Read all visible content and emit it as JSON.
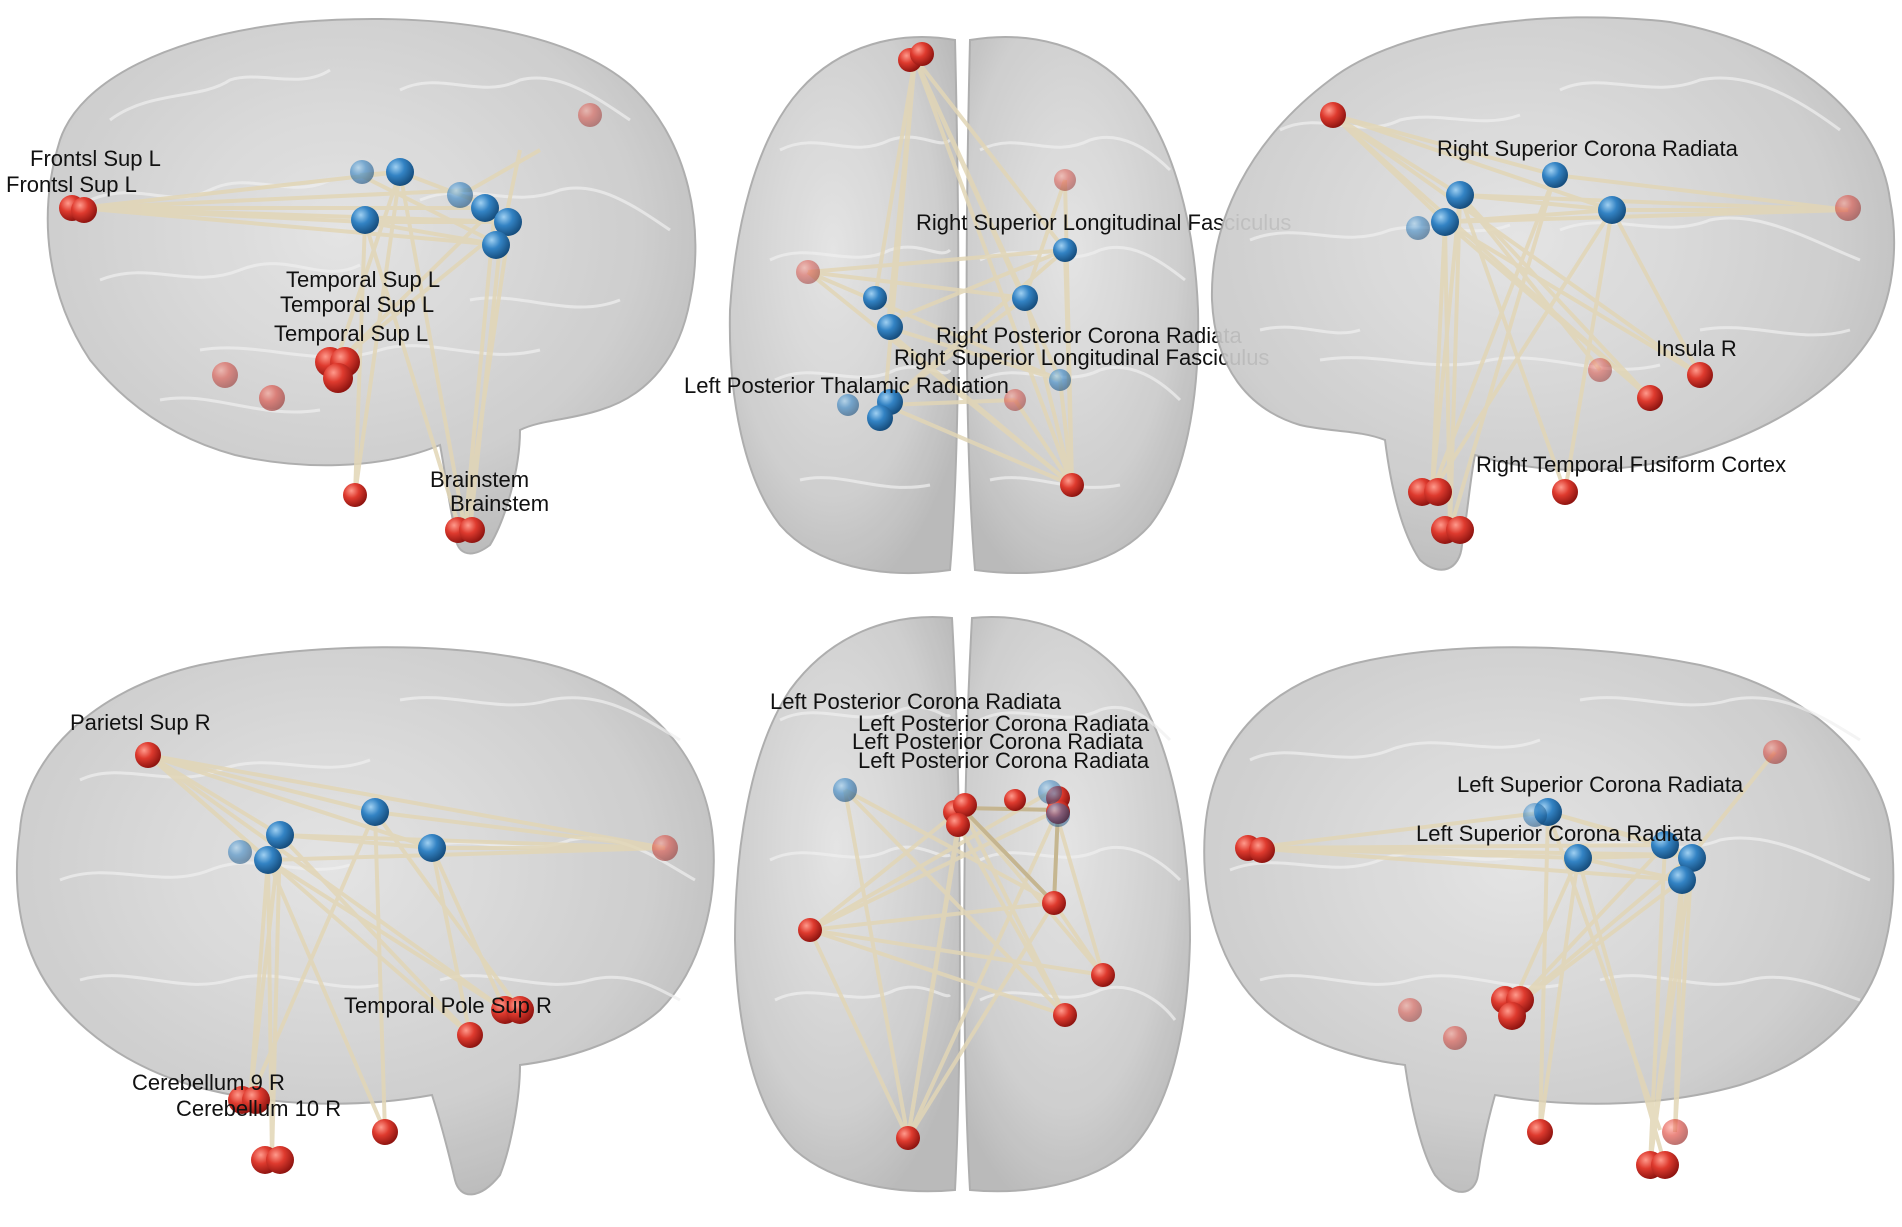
{
  "colors": {
    "background": "#ffffff",
    "brain_fill": "#c9c9c9",
    "brain_outline": "#a8a8a8",
    "gyri": "#ededed",
    "edge": "#e2d6b6",
    "edge_dark": "#bfae86",
    "node_red": "#d9332b",
    "node_blue": "#2f7fc0",
    "label_text": "#111111"
  },
  "panels": [
    {
      "id": "top-left",
      "view": "left-sagittal",
      "labels": [
        "Frontsl Sup L",
        "Frontsl Sup L",
        "Temporal Sup L",
        "Temporal Sup L",
        "Temporal Sup L",
        "Brainstem",
        "Brainstem"
      ]
    },
    {
      "id": "top-middle",
      "view": "axial",
      "labels": [
        "Right Superior Longitudinal Fasciculus",
        "Right Posterior Corona Radiata",
        "Right Superior Longitudinal Fasciculus",
        "Left Posterior Thalamic Radiation"
      ]
    },
    {
      "id": "top-right",
      "view": "right-sagittal",
      "labels": [
        "Right Superior Corona Radiata",
        "Insula R",
        "Right Temporal Fusiform Cortex"
      ]
    },
    {
      "id": "bottom-left",
      "view": "left-sagittal",
      "labels": [
        "Parietsl Sup R",
        "Temporal Pole Sup R",
        "Cerebellum 9 R",
        "Cerebellum 10 R"
      ]
    },
    {
      "id": "bottom-middle",
      "view": "axial",
      "labels": [
        "Left Posterior Corona Radiata",
        "Left Posterior Corona Radiata",
        "Left Posterior Corona Radiata",
        "Left Posterior Corona Radiata"
      ]
    },
    {
      "id": "bottom-right",
      "view": "right-sagittal",
      "labels": [
        "Left Superior Corona Radiata",
        "Left Superior Corona Radiata"
      ]
    }
  ]
}
